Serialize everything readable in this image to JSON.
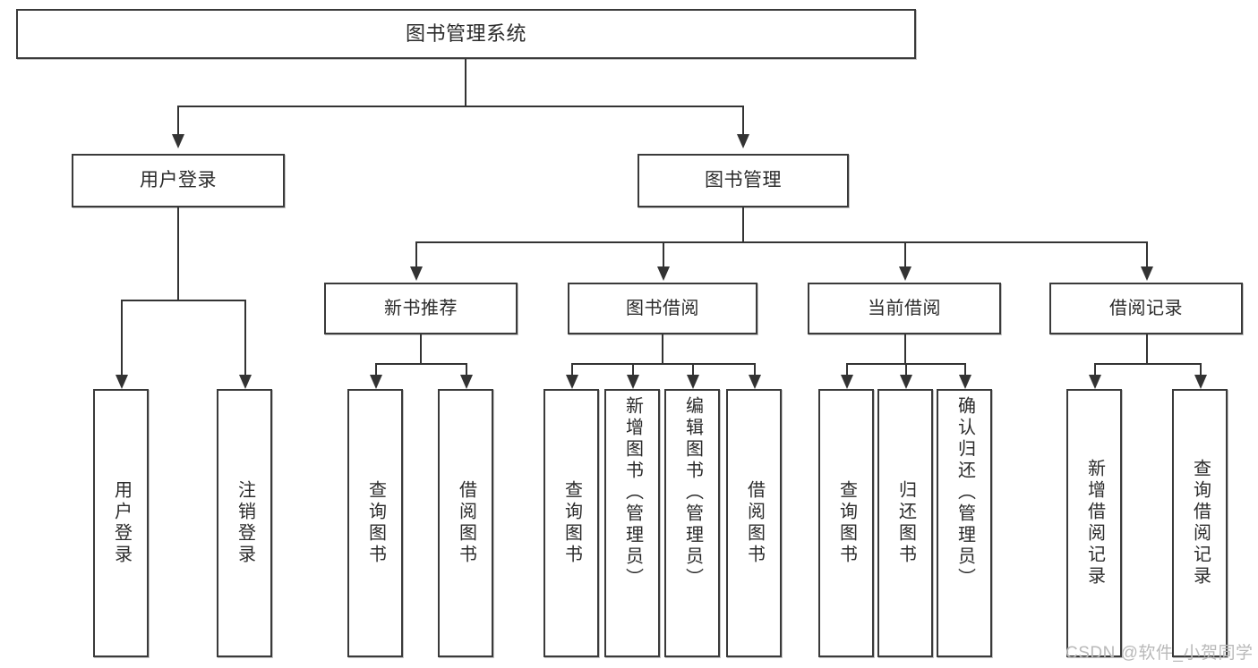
{
  "diagram": {
    "title": "图书管理系统",
    "watermark": "CSDN @软件_小贺同学",
    "colors": {
      "box_border": "#3a3a3a",
      "connector": "#333333",
      "text": "#2b2b2b",
      "background": "#ffffff",
      "watermark": "#b9b9b9"
    },
    "root": {
      "label": "图书管理系统"
    },
    "level2": [
      {
        "label": "用户登录"
      },
      {
        "label": "图书管理"
      }
    ],
    "level3": [
      {
        "label": "新书推荐"
      },
      {
        "label": "图书借阅"
      },
      {
        "label": "当前借阅"
      },
      {
        "label": "借阅记录"
      }
    ],
    "leaves": {
      "user_login": [
        {
          "label": "用户登录"
        },
        {
          "label": "注销登录"
        }
      ],
      "new_book_recommend": [
        {
          "label": "查询图书"
        },
        {
          "label": "借阅图书"
        }
      ],
      "book_borrow": [
        {
          "label": "查询图书"
        },
        {
          "label": "新增图书（管理员）"
        },
        {
          "label": "编辑图书（管理员）"
        },
        {
          "label": "借阅图书"
        }
      ],
      "current_borrow": [
        {
          "label": "查询图书"
        },
        {
          "label": "归还图书"
        },
        {
          "label": "确认归还（管理员）"
        }
      ],
      "borrow_record": [
        {
          "label": "新增借阅记录"
        },
        {
          "label": "查询借阅记录"
        }
      ]
    }
  }
}
